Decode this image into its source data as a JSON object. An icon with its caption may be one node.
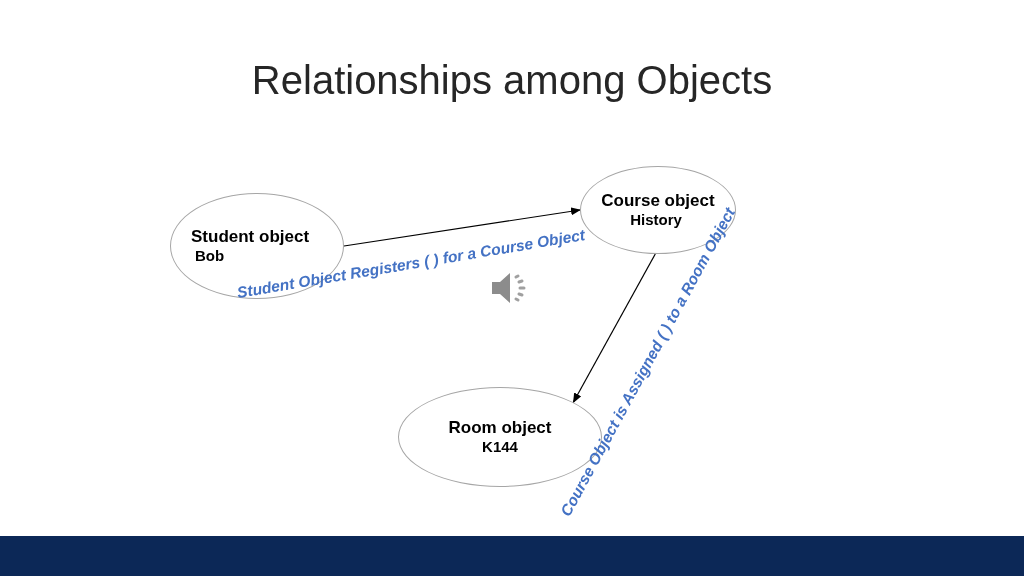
{
  "diagram": {
    "title": "Relationships among Objects",
    "nodes": [
      {
        "text": [
          "Student object",
          "Bob"
        ]
      },
      {
        "text": [
          "Course object",
          "History"
        ]
      },
      {
        "text": [
          "Room object",
          "K144"
        ]
      }
    ],
    "edges": [
      {
        "from": 0,
        "to": 1,
        "arrow": "to",
        "label": "Student Object Registers ( ) for a Course Object"
      },
      {
        "from": 1,
        "to": 2,
        "arrow": "to",
        "label": "Course Object is Assigned ( ) to a Room Object"
      }
    ]
  }
}
